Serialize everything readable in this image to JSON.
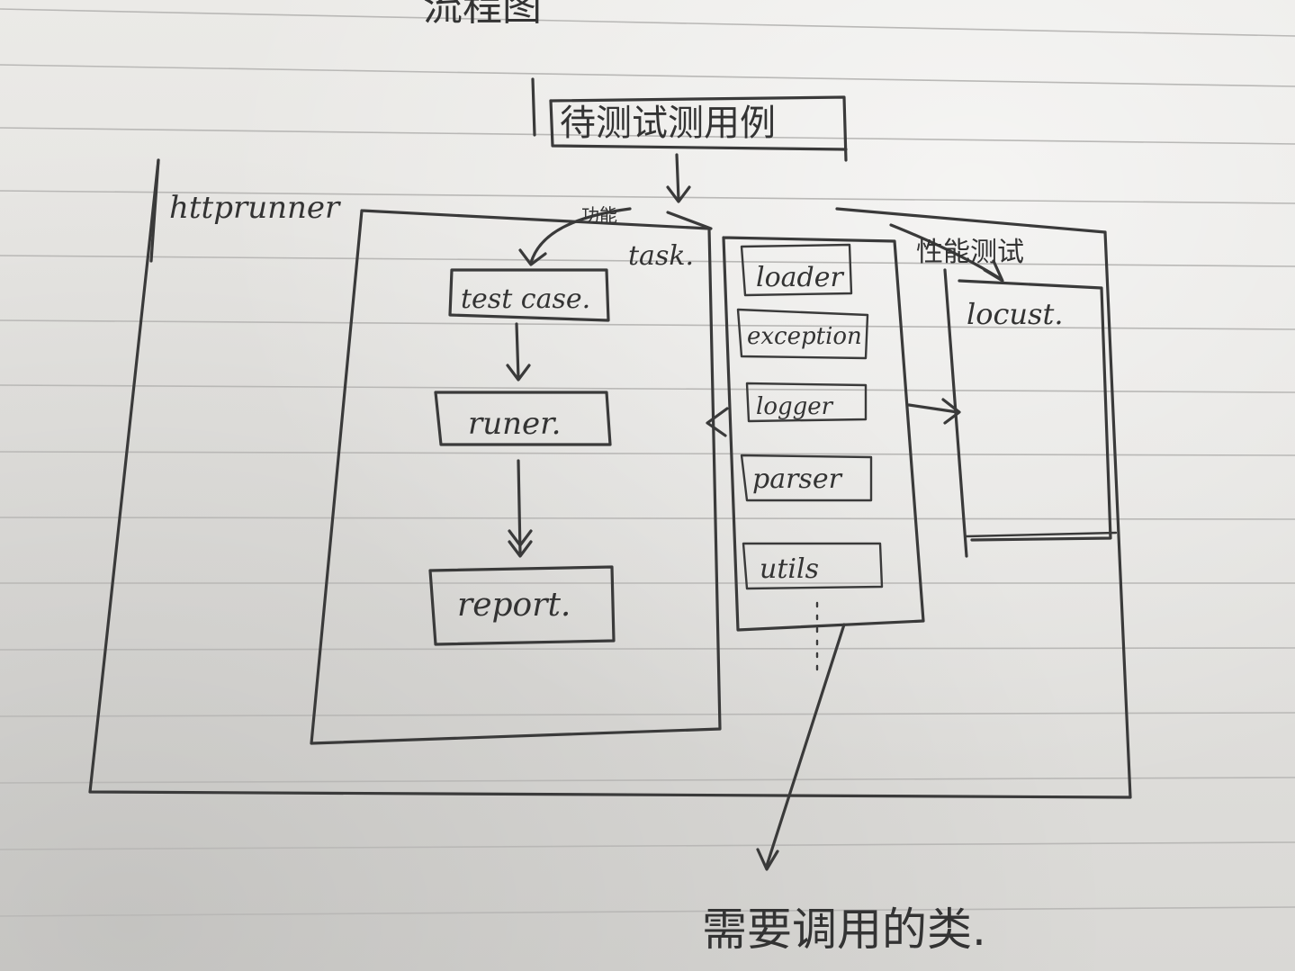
{
  "header_fragment": "流程图",
  "input_box": "待测试测用例",
  "framework_label": "httprunner",
  "task_label": "task.",
  "branch_label": "功能",
  "perf_label": "性能测试",
  "flow_nodes": [
    "test case.",
    "runer.",
    "report."
  ],
  "modules": [
    "loader",
    "exception",
    "logger",
    "parser",
    "utils"
  ],
  "locust_label": "locust.",
  "bottom_note": "需要调用的类."
}
